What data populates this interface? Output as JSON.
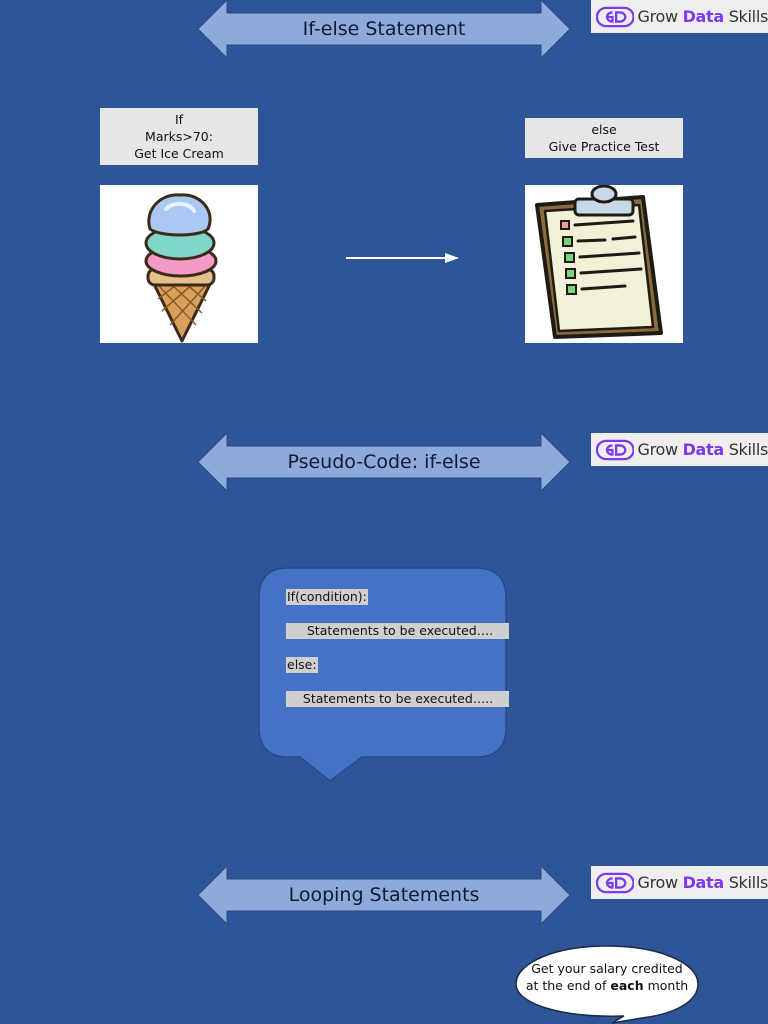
{
  "sections": {
    "if_else": {
      "title": "If-else Statement"
    },
    "pseudo": {
      "title": "Pseudo-Code: if-else"
    },
    "looping": {
      "title": "Looping Statements"
    }
  },
  "logo": {
    "brand_prefix": "Grow",
    "brand_accent": "Data",
    "brand_suffix": "Skills",
    "accent_color": "#7c3aed"
  },
  "if_box": {
    "line1": "If",
    "line2": "Marks>70:",
    "line3": "Get Ice Cream"
  },
  "else_box": {
    "line1": "else",
    "line2": "Give Practice Test"
  },
  "pseudo_code": {
    "line1": "If(condition):",
    "line2": "     Statements to be executed….",
    "line3": "else:",
    "line4": "    Statements to be executed….."
  },
  "speech": {
    "pre": "Get your salary credited",
    "mid": "at the end of ",
    "bold": "each",
    "post": " month"
  },
  "colors": {
    "background": "#2e5597",
    "arrow": "#8eaadb",
    "bubble": "#4472c4"
  },
  "icons": [
    "ice-cream-icon",
    "checklist-clipboard-icon",
    "right-arrow-icon",
    "grow-data-skills-logo"
  ]
}
